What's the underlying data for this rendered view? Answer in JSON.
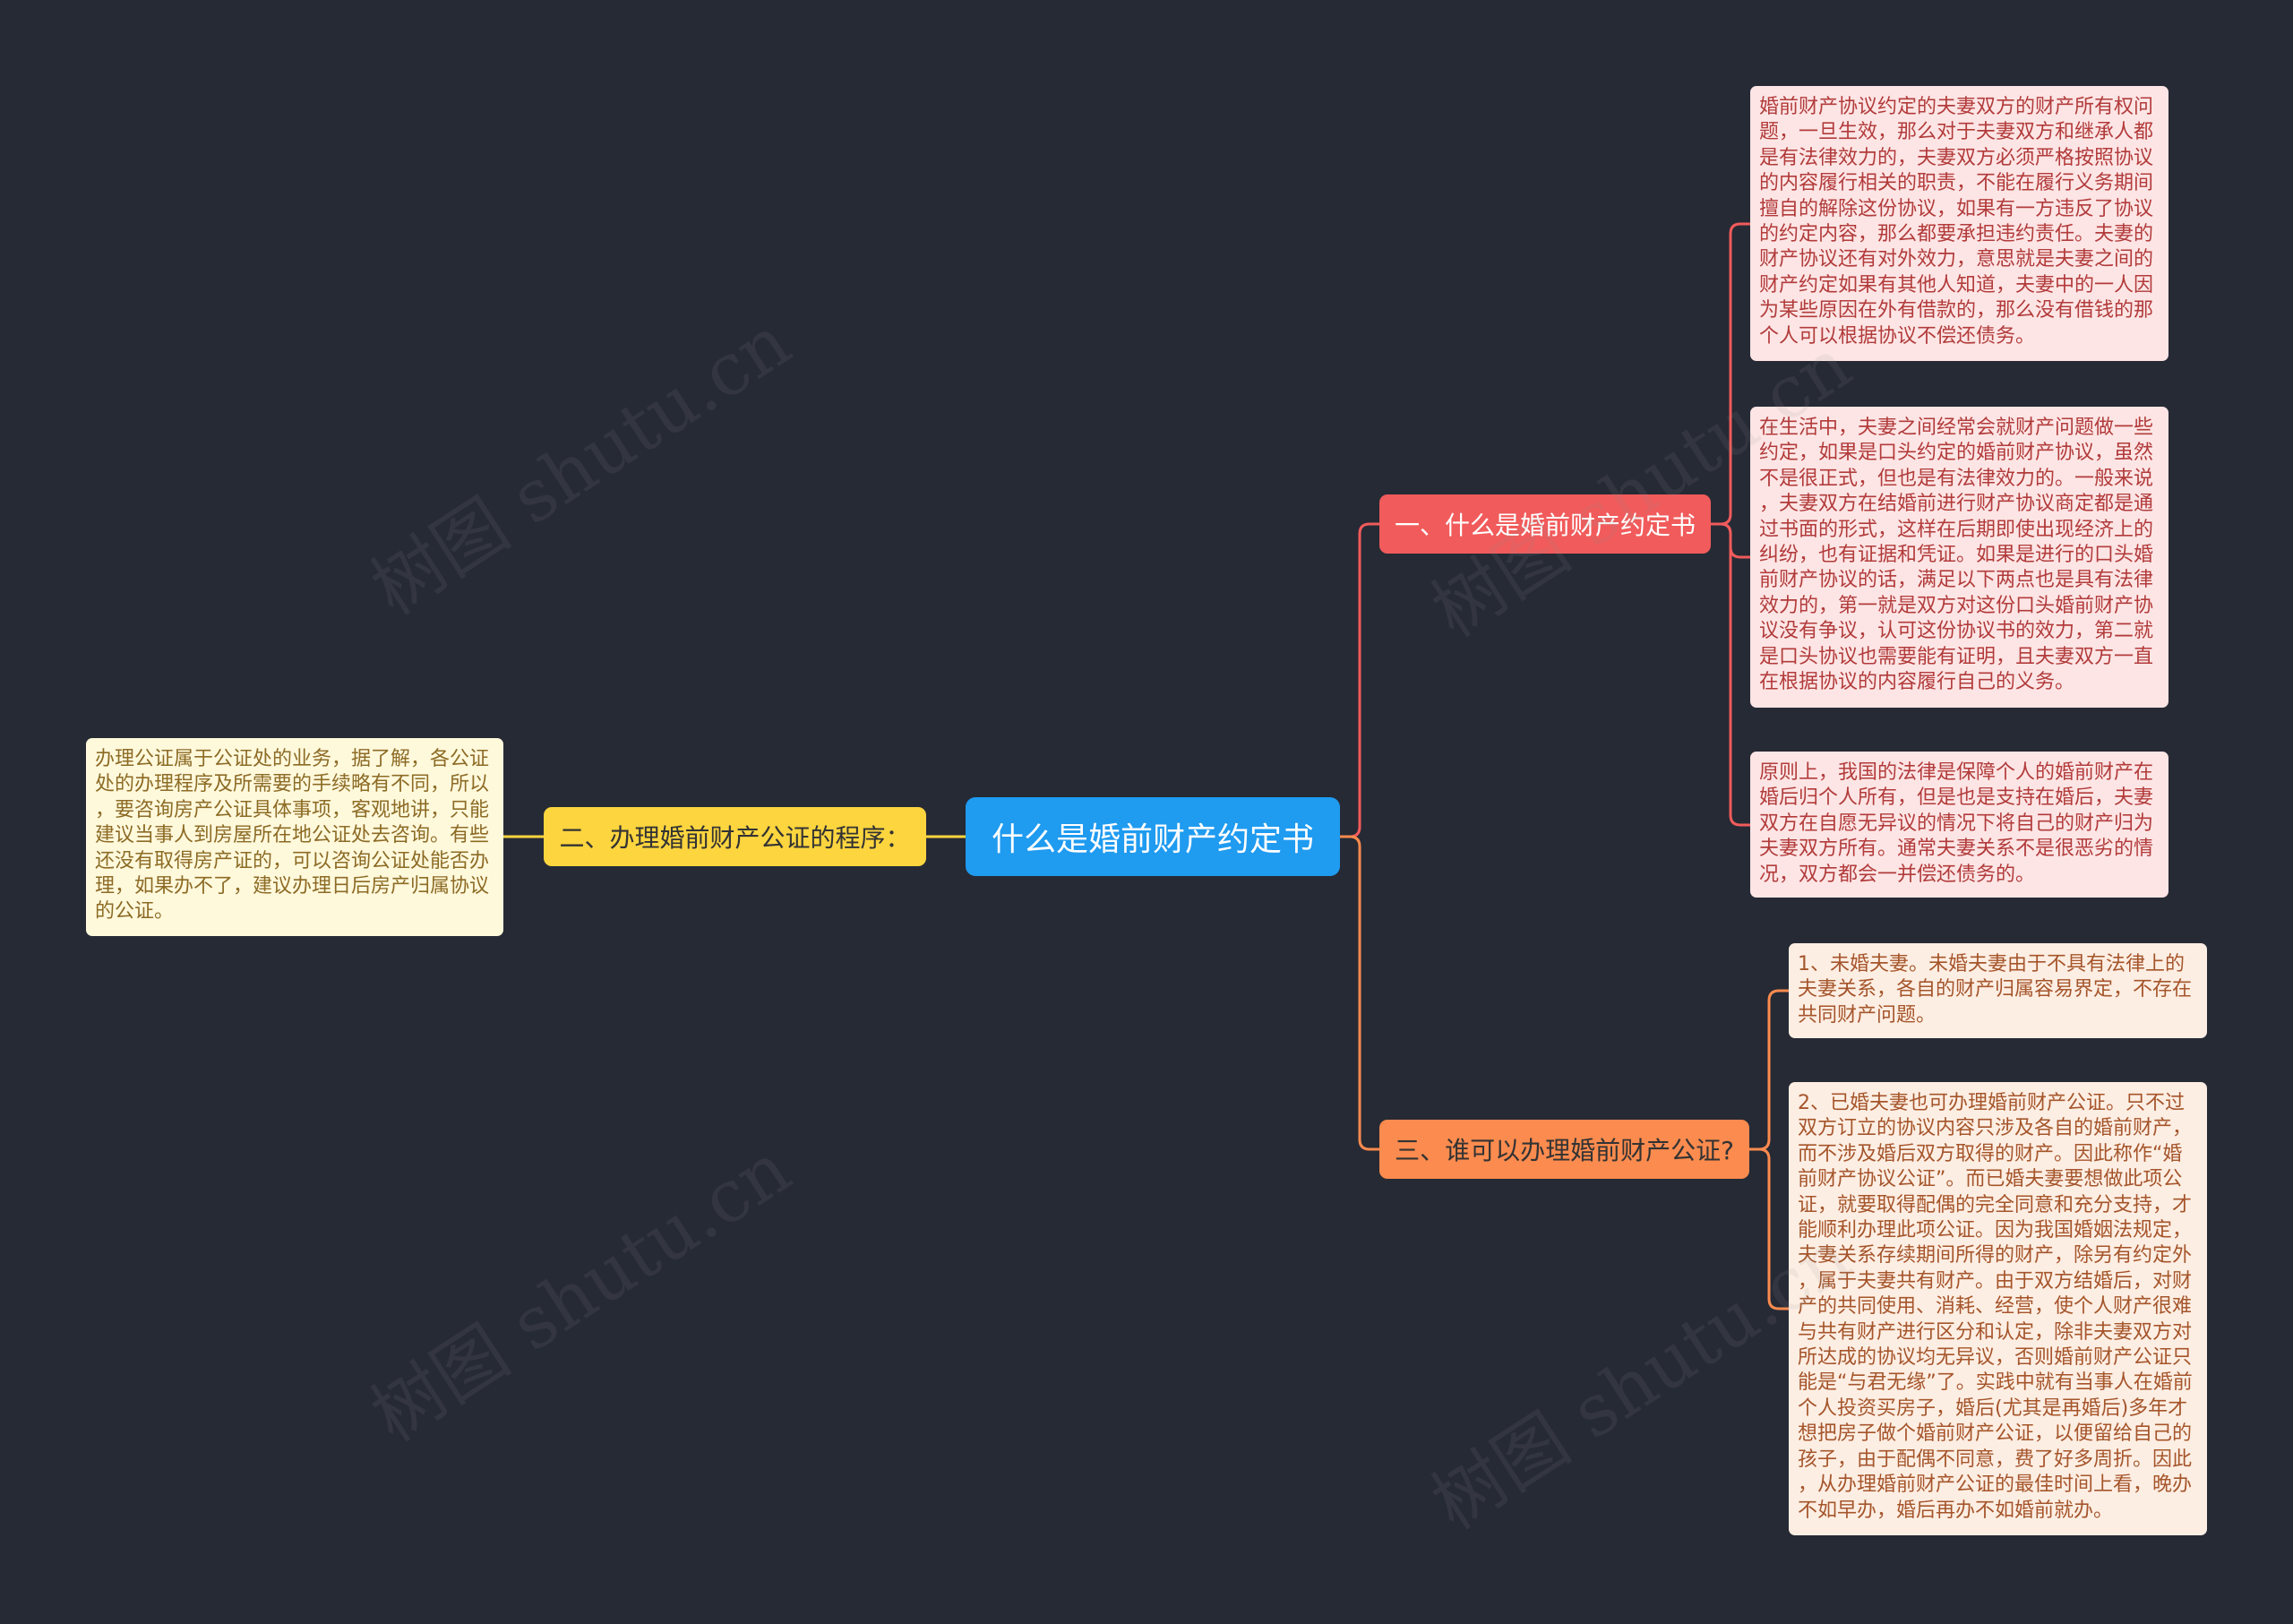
{
  "watermark": "树图 shutu.cn",
  "colors": {
    "background": "#262a35",
    "root": "#1f9bf0",
    "branch_1": "#f15b5b",
    "branch_2": "#fcd53f",
    "branch_3": "#fb8b4e",
    "leaf_branch_1_bg": "#fde5e5",
    "leaf_branch_2_bg": "#fff9dc",
    "leaf_branch_3_bg": "#fdeee3"
  },
  "root": {
    "label": "什么是婚前财产约定书"
  },
  "branches": {
    "b1": {
      "label": "一、什么是婚前财产约定书",
      "leaves": [
        "婚前财产协议约定的夫妻双方的财产所有权问题，一旦生效，那么对于夫妻双方和继承人都是有法律效力的，夫妻双方必须严格按照协议的内容履行相关的职责，不能在履行义务期间擅自的解除这份协议，如果有一方违反了协议的约定内容，那么都要承担违约责任。夫妻的财产协议还有对外效力，意思就是夫妻之间的财产约定如果有其他人知道，夫妻中的一人因为某些原因在外有借款的，那么没有借钱的那个人可以根据协议不偿还债务。",
        "在生活中，夫妻之间经常会就财产问题做一些约定，如果是口头约定的婚前财产协议，虽然不是很正式，但也是有法律效力的。一般来说，夫妻双方在结婚前进行财产协议商定都是通过书面的形式，这样在后期即使出现经济上的纠纷，也有证据和凭证。如果是进行的口头婚前财产协议的话，满足以下两点也是具有法律效力的，第一就是双方对这份口头婚前财产协议没有争议，认可这份协议书的效力，第二就是口头协议也需要能有证明，且夫妻双方一直在根据协议的内容履行自己的义务。",
        "原则上，我国的法律是保障个人的婚前财产在婚后归个人所有，但是也是支持在婚后，夫妻双方在自愿无异议的情况下将自己的财产归为夫妻双方所有。通常夫妻关系不是很恶劣的情况，双方都会一并偿还债务的。"
      ]
    },
    "b2": {
      "label": "二、办理婚前财产公证的程序：",
      "leaves": [
        "办理公证属于公证处的业务，据了解，各公证处的办理程序及所需要的手续略有不同，所以，要咨询房产公证具体事项，客观地讲，只能建议当事人到房屋所在地公证处去咨询。有些还没有取得房产证的，可以咨询公证处能否办理，如果办不了，建议办理日后房产归属协议的公证。"
      ]
    },
    "b3": {
      "label": "三、谁可以办理婚前财产公证?",
      "leaves": [
        "1、未婚夫妻。未婚夫妻由于不具有法律上的夫妻关系，各自的财产归属容易界定，不存在共同财产问题。",
        "2、已婚夫妻也可办理婚前财产公证。只不过双方订立的协议内容只涉及各自的婚前财产，而不涉及婚后双方取得的财产。因此称作“婚前财产协议公证”。而已婚夫妻要想做此项公证，就要取得配偶的完全同意和充分支持，才能顺利办理此项公证。因为我国婚姻法规定，夫妻关系存续期间所得的财产，除另有约定外，属于夫妻共有财产。由于双方结婚后，对财产的共同使用、消耗、经营，使个人财产很难与共有财产进行区分和认定，除非夫妻双方对所达成的协议均无异议，否则婚前财产公证只能是“与君无缘”了。实践中就有当事人在婚前个人投资买房子，婚后(尤其是再婚后)多年才想把房子做个婚前财产公证，以便留给自己的孩子，由于配偶不同意，费了好多周折。因此，从办理婚前财产公证的最佳时间上看，晚办不如早办，婚后再办不如婚前就办。"
      ]
    }
  }
}
